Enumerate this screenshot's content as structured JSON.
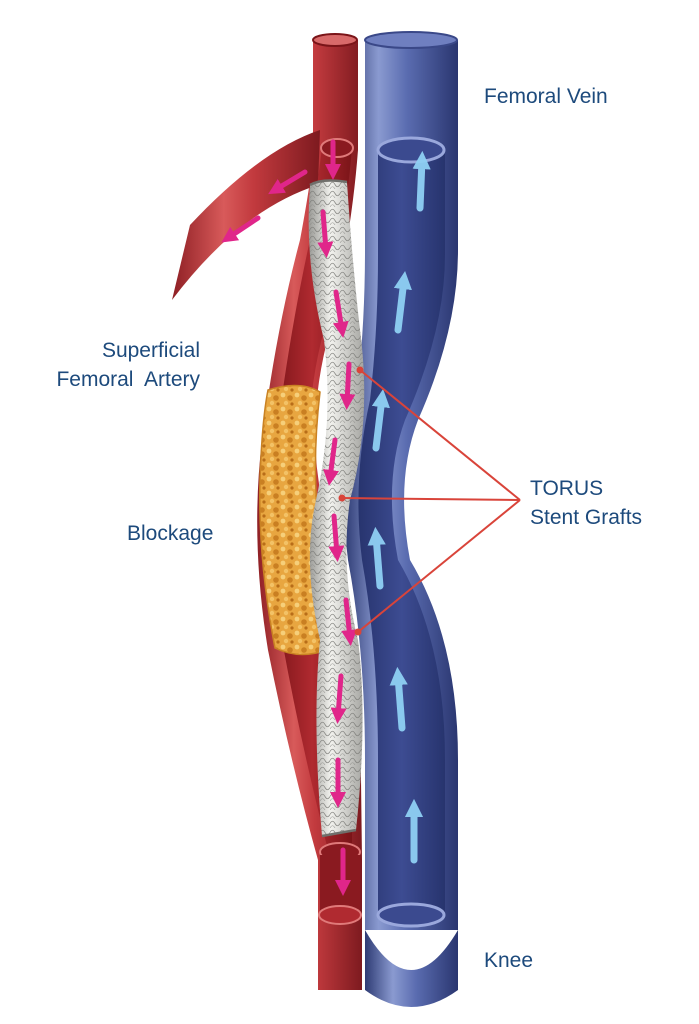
{
  "labels": {
    "femoral_vein": "Femoral Vein",
    "superficial_femoral_artery": [
      "Superficial",
      "Femoral  Artery"
    ],
    "blockage": "Blockage",
    "torus_stent_grafts": [
      "TORUS",
      "Stent Grafts"
    ],
    "knee": "Knee"
  },
  "colors": {
    "label_text": "#1d4a7c",
    "artery": "#c23a3e",
    "vein": "#4b5c9e",
    "blockage": "#e6a23c",
    "stent": "#e8e8e4",
    "arterial_flow_arrow": "#e0268a",
    "venous_flow_arrow": "#8fd0f4",
    "pointer_lines": "#d9443a"
  },
  "flow": {
    "artery_direction": "down",
    "vein_direction": "up"
  }
}
